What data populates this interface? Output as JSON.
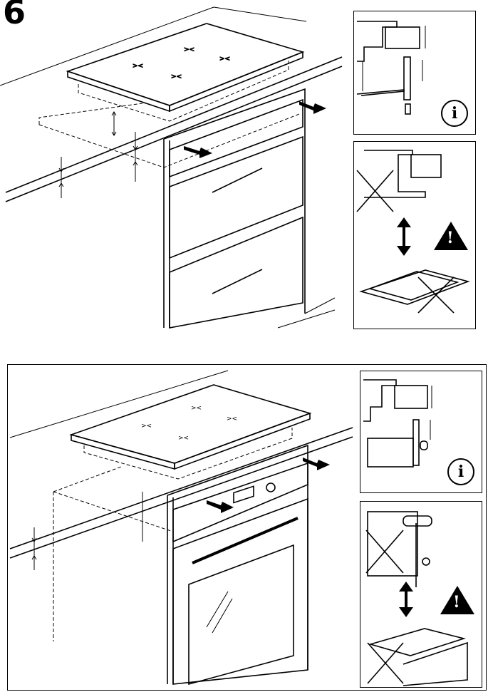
{
  "step": {
    "number": "6"
  },
  "icons": {
    "info": {
      "glyph": "i",
      "name": "info-icon"
    },
    "warning": {
      "glyph": "!",
      "name": "warning-icon"
    }
  },
  "scenes": [
    {
      "name": "drawer-cabinet-installation",
      "appliance_below": "drawers"
    },
    {
      "name": "oven-cabinet-installation",
      "appliance_below": "oven"
    }
  ],
  "colors": {
    "line": "#000000",
    "background": "#ffffff"
  }
}
